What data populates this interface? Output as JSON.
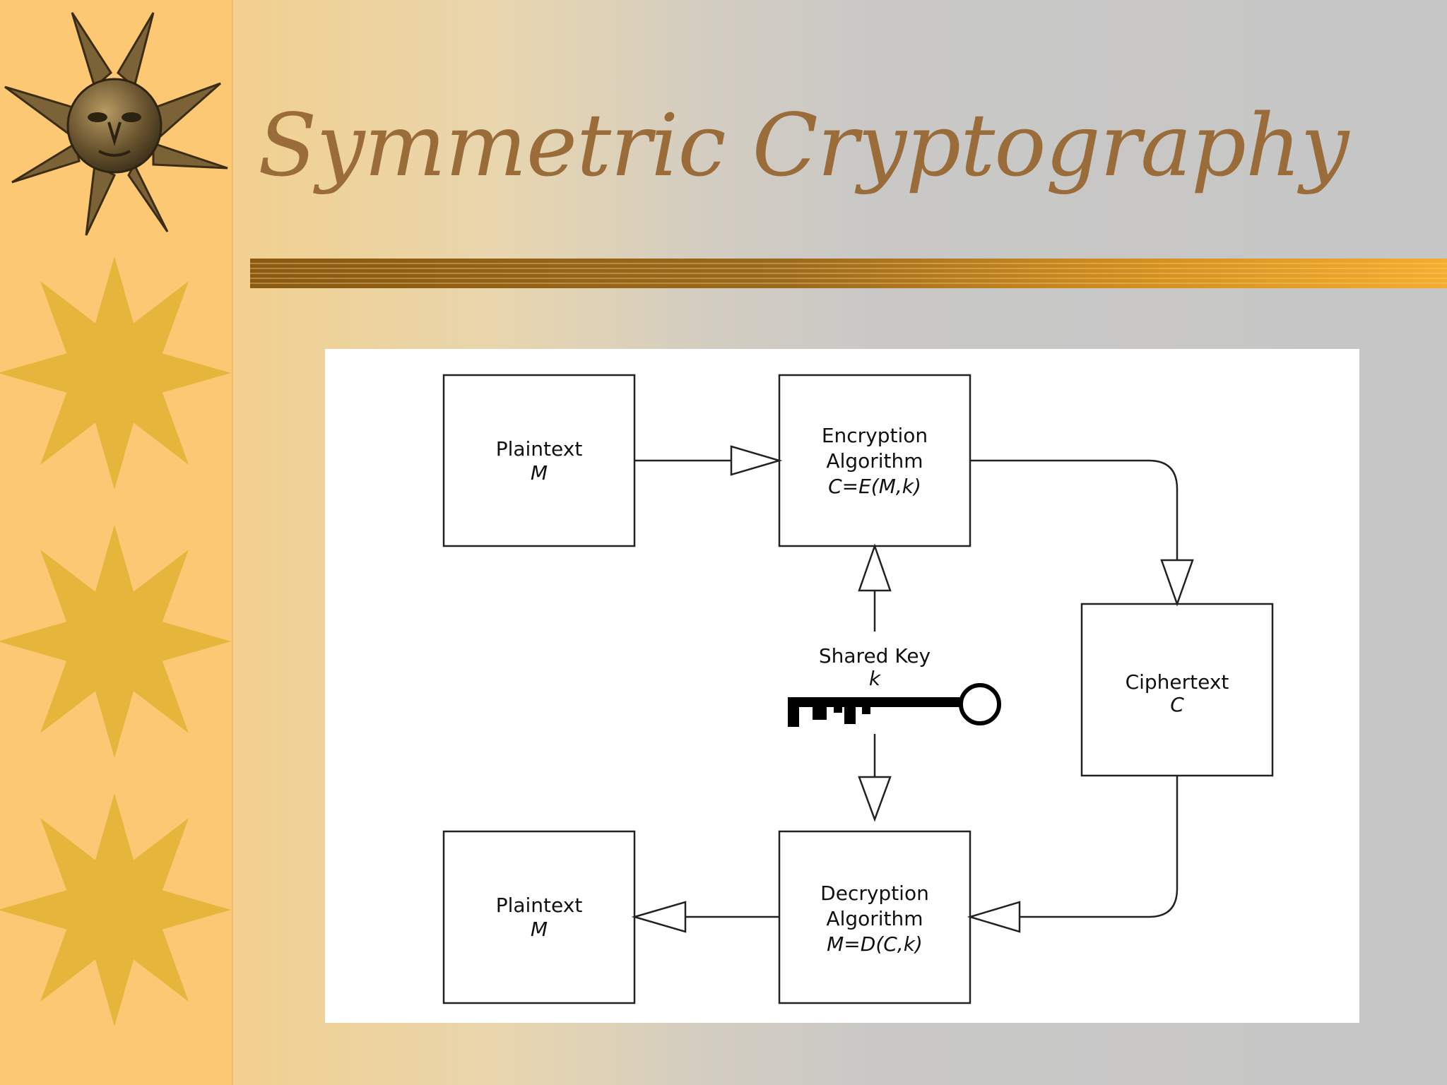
{
  "slide": {
    "title": "Symmetric Cryptography"
  },
  "diagram": {
    "plaintext_top": {
      "label": "Plaintext",
      "symbol": "M"
    },
    "encryption": {
      "line1": "Encryption",
      "line2": "Algorithm",
      "formula": "C=E(M,k)"
    },
    "ciphertext": {
      "label": "Ciphertext",
      "symbol": "C"
    },
    "decryption": {
      "line1": "Decryption",
      "line2": "Algorithm",
      "formula": "M=D(C,k)"
    },
    "plaintext_bottom": {
      "label": "Plaintext",
      "symbol": "M"
    },
    "shared_key": {
      "label": "Shared Key",
      "symbol": "k"
    }
  },
  "icons": {
    "sun": "sun-face-icon",
    "key": "key-icon"
  },
  "colors": {
    "title": "#9a6c3a",
    "strip": "#fdc873",
    "sun_decor": "#e6b63c",
    "rule_dark": "#8f5e14",
    "rule_light": "#f1a82a"
  }
}
